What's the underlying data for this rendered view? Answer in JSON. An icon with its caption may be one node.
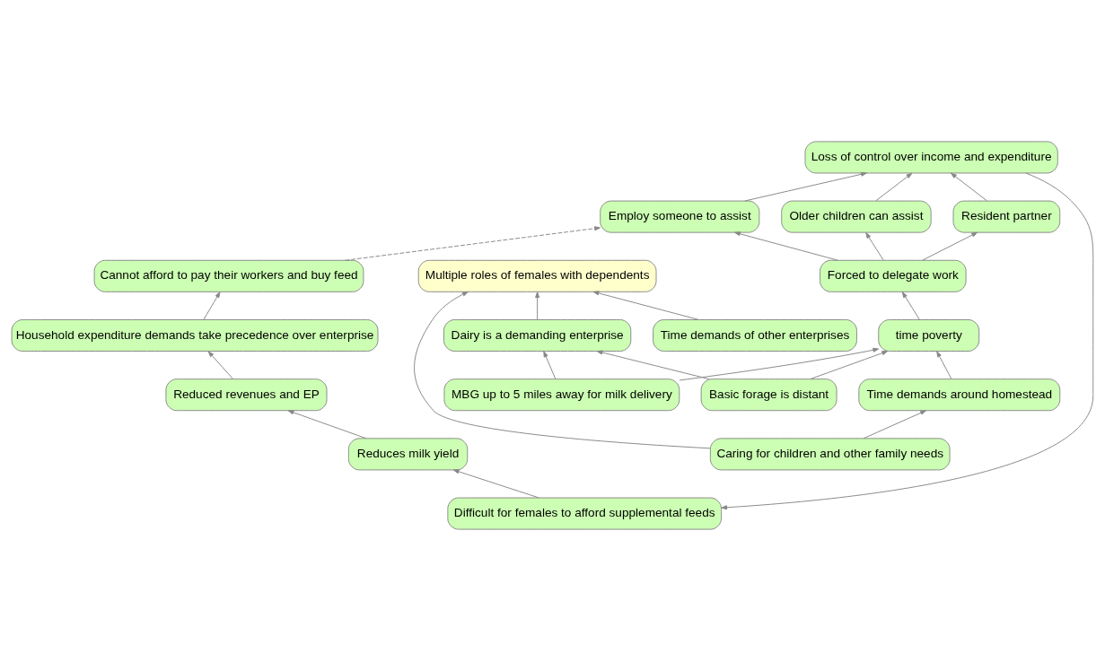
{
  "diagram": {
    "nodes": [
      {
        "text": [
          "Difficult for females to afford supplemental feeds"
        ]
      },
      {
        "text": [
          "Reduces milk yield"
        ]
      },
      {
        "text": [
          "Loss of control over income and expenditure"
        ]
      },
      {
        "text": [
          "Reduced revenues and EP"
        ]
      },
      {
        "text": [
          "Resident partner"
        ]
      },
      {
        "text": [
          "Older children can assist"
        ]
      },
      {
        "text": [
          "Employ someone to assist"
        ]
      },
      {
        "text": [
          "Forced to delegate work"
        ]
      },
      {
        "text": [
          "Household expenditure demands take precedence over enterprise"
        ]
      },
      {
        "text": [
          "Cannot afford to pay their workers and buy feed"
        ]
      },
      {
        "text": [
          "time poverty"
        ]
      },
      {
        "text": [
          "Time demands of other enterprises"
        ]
      },
      {
        "text": [
          "Time demands around homestead"
        ]
      },
      {
        "text": [
          "MBG up to 5 miles away for milk delivery"
        ]
      },
      {
        "text": [
          "Basic forage is distant"
        ]
      },
      {
        "text": [
          "Caring for children and other family needs"
        ]
      },
      {
        "text": [
          "Multiple roles of females with dependents"
        ]
      },
      {
        "text": [
          "Dairy is a demanding enterprise"
        ]
      }
    ],
    "edges": [
      {
        "from": 0,
        "to": 1,
        "arrow": "to"
      },
      {
        "from": 1,
        "to": 3,
        "arrow": "to"
      },
      {
        "from": 3,
        "to": 8,
        "arrow": "to"
      },
      {
        "from": 8,
        "to": 9,
        "arrow": "to"
      },
      {
        "from": 9,
        "to": 6,
        "arrow": "to",
        "style": "dashed"
      },
      {
        "from": 6,
        "to": 2,
        "arrow": "to"
      },
      {
        "from": 2,
        "to": 0,
        "arrow": "to"
      },
      {
        "from": 4,
        "to": 2,
        "arrow": "to"
      },
      {
        "from": 5,
        "to": 2,
        "arrow": "to"
      },
      {
        "from": 7,
        "to": 6,
        "arrow": "to"
      },
      {
        "from": 7,
        "to": 4,
        "arrow": "to"
      },
      {
        "from": 7,
        "to": 5,
        "arrow": "to"
      },
      {
        "from": 10,
        "to": 7,
        "arrow": "to"
      },
      {
        "from": 12,
        "to": 10,
        "arrow": "to"
      },
      {
        "from": 13,
        "to": 10,
        "arrow": "to"
      },
      {
        "from": 14,
        "to": 10,
        "arrow": "to"
      },
      {
        "from": 13,
        "to": 17,
        "arrow": "to"
      },
      {
        "from": 14,
        "to": 17,
        "arrow": "to"
      },
      {
        "from": 15,
        "to": 12,
        "arrow": "to"
      },
      {
        "from": 11,
        "to": 16,
        "arrow": "to"
      },
      {
        "from": 15,
        "to": 16,
        "arrow": "to"
      },
      {
        "from": 17,
        "to": 16,
        "arrow": "to"
      }
    ]
  }
}
